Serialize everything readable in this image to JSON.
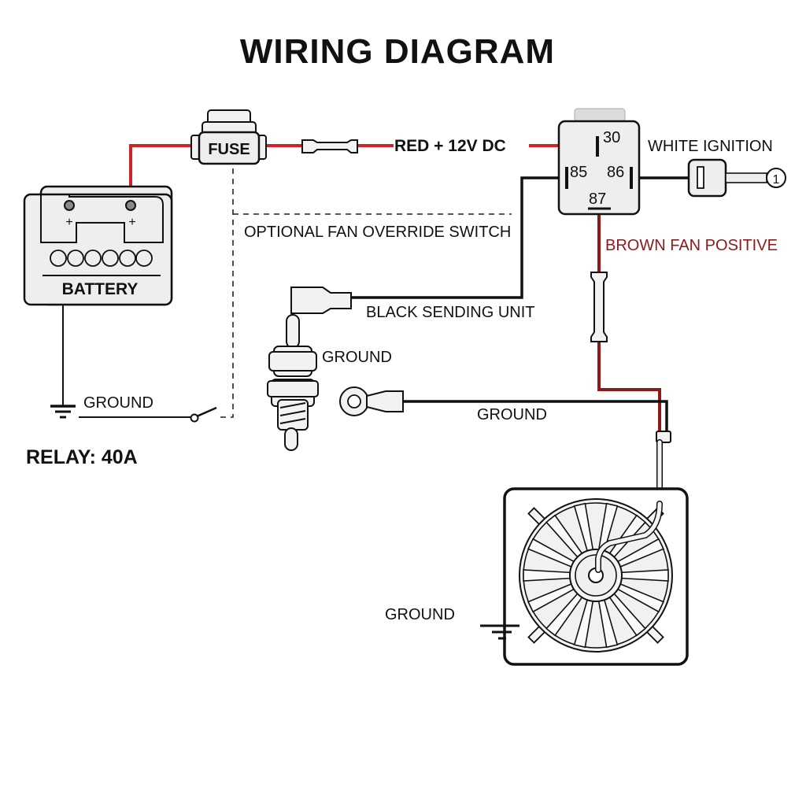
{
  "title": "WIRING DIAGRAM",
  "colors": {
    "red_wire": "#d0222a",
    "brown_wire": "#8b1a1a",
    "black_wire": "#111111",
    "component_fill": "#eeeeee",
    "brown_label": "#8b1a1a"
  },
  "components": {
    "battery": {
      "label": "BATTERY",
      "terminals": [
        "+",
        "+"
      ]
    },
    "fuse": {
      "label": "FUSE"
    },
    "relay": {
      "pins": {
        "p30": "30",
        "p85": "85",
        "p86": "86",
        "p87": "87"
      }
    },
    "ignition_key": {
      "symbol": "1"
    }
  },
  "labels": {
    "red_wire": "RED + 12V DC",
    "white_ignition": "WHITE IGNITION",
    "optional_switch": "OPTIONAL FAN OVERRIDE SWITCH",
    "brown_fan_positive": "BROWN FAN POSITIVE",
    "black_sending_unit": "BLACK SENDING UNIT",
    "sensor_ground": "GROUND",
    "ring_ground": "GROUND",
    "battery_ground": "GROUND",
    "fan_ground": "GROUND",
    "relay_rating": "RELAY: 40A"
  }
}
